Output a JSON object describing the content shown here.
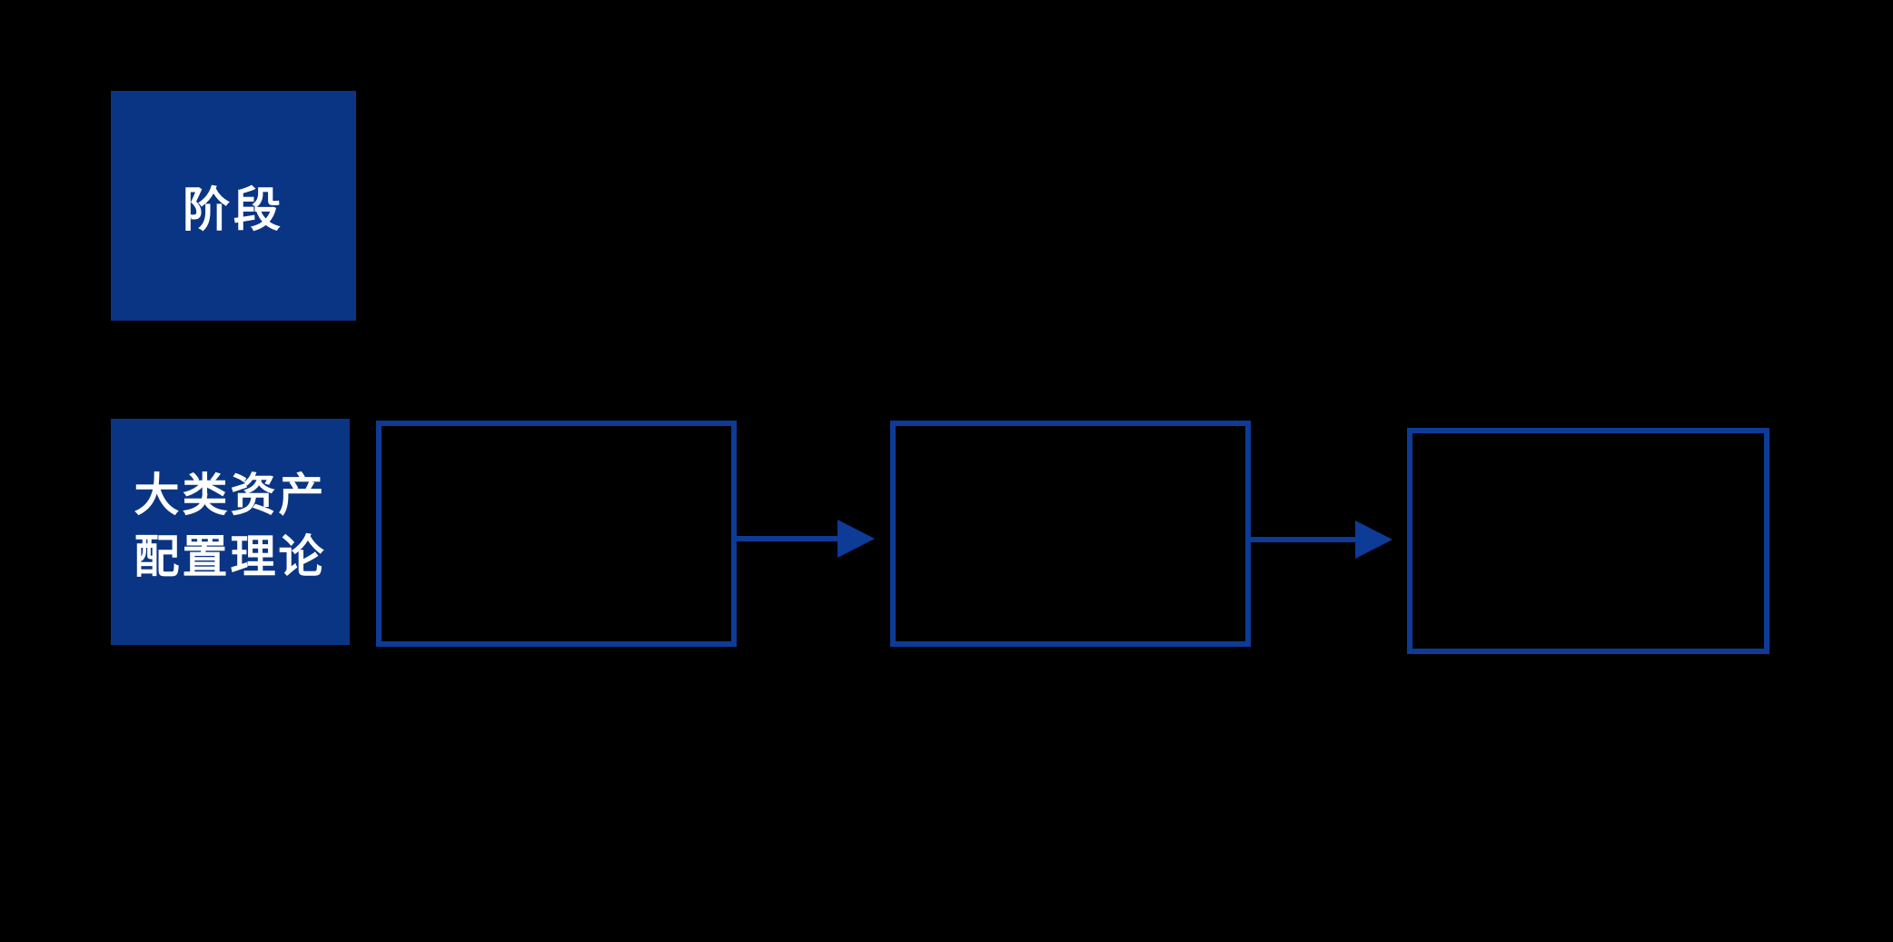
{
  "diagram": {
    "background_color": "#000000",
    "colors": {
      "box_fill": "#0A3585",
      "stroke": "#0D3B96",
      "label_text": "#FFFFFF"
    },
    "stage_header": {
      "label": "阶段"
    },
    "theory_row": {
      "full_label": "大类资产配置理论",
      "label_line1": "大类资产",
      "label_line2": "配置理论"
    },
    "flow_boxes": [
      {
        "text": ""
      },
      {
        "text": ""
      },
      {
        "text": ""
      }
    ]
  }
}
